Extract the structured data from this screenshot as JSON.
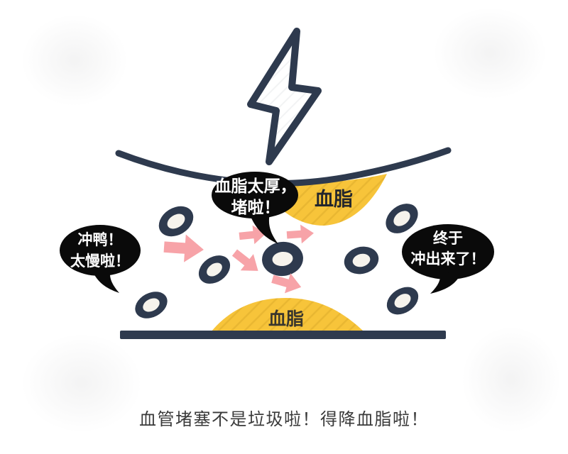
{
  "illustration": {
    "caption": "血管堵塞不是垃圾啦！得降血脂啦！",
    "bubbles": {
      "center": {
        "line1": "血脂太厚，",
        "line2": "堵啦！"
      },
      "left": {
        "line1": "冲鸭！",
        "line2": "太慢啦！"
      },
      "right": {
        "line1": "终于",
        "line2": "冲出来了！"
      }
    },
    "plaque_labels": {
      "top": "血脂",
      "bottom": "血脂"
    },
    "icons": {
      "lightning": "lightning-bolt-outline",
      "blood_cell": "tilted-oval-ring",
      "flow_arrow": "fat-right-arrow"
    }
  },
  "colors": {
    "vessel_navy": "#2e3a4e",
    "plaque_yellow": "#f7c43a",
    "arrow_pink": "#f7a3a8",
    "bubble_black": "#0a0a0a",
    "cell_inner": "#f6f3ec",
    "caption_color": "#3a3a3a"
  }
}
